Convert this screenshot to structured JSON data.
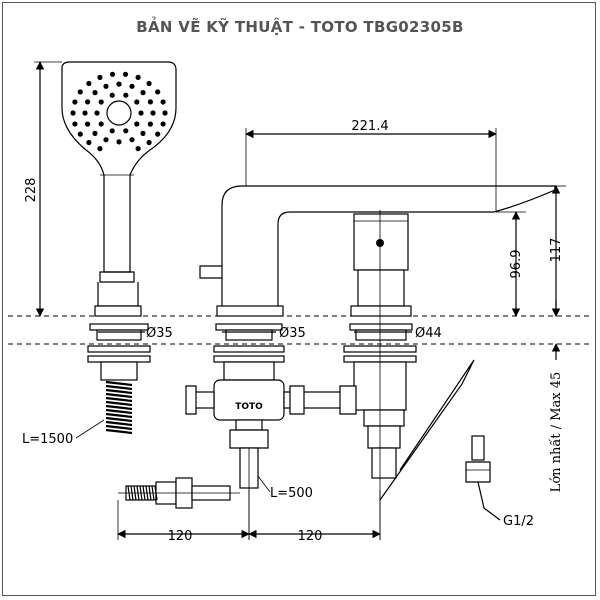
{
  "title": "BẢN VẼ KỸ THUẬT - TOTO TBG02305B",
  "dimensions": {
    "spout_reach": "221.4",
    "handshower_height": "228",
    "spout_height": "96.9",
    "total_height": "117",
    "dia_handshower": "Ø35",
    "dia_spout": "Ø35",
    "dia_handle": "Ø44",
    "hose_length": "L=1500",
    "pipe_length": "L=500",
    "spacing_left": "120",
    "spacing_right": "120",
    "connection": "G1/2",
    "deck_thickness": "Lớn nhất / Max 45"
  },
  "brand_mark": "TOTO",
  "colors": {
    "line": "#000000",
    "title": "#555555"
  }
}
